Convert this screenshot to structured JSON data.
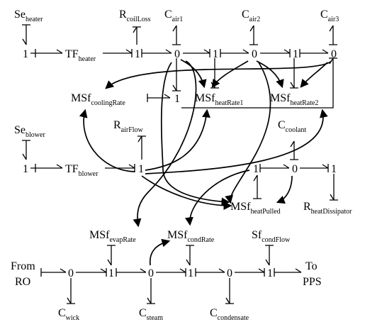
{
  "elements": {
    "se_heater": {
      "base": "Se",
      "sub": "heater"
    },
    "tf_heater": {
      "base": "TF",
      "sub": "heater"
    },
    "r_coilloss": {
      "base": "R",
      "sub": "coilLoss"
    },
    "c_air1": {
      "base": "C",
      "sub": "air1"
    },
    "c_air2": {
      "base": "C",
      "sub": "air2"
    },
    "c_air3": {
      "base": "C",
      "sub": "air3"
    },
    "msf_coolingrate": {
      "base": "MSf",
      "sub": "coolingRate"
    },
    "msf_heatrate1": {
      "base": "MSf",
      "sub": "heatRate1"
    },
    "msf_heatrate2": {
      "base": "MSf",
      "sub": "heatRate2"
    },
    "se_blower": {
      "base": "Se",
      "sub": "blower"
    },
    "tf_blower": {
      "base": "TF",
      "sub": "blower"
    },
    "r_airflow": {
      "base": "R",
      "sub": "airFlow"
    },
    "c_coolant": {
      "base": "C",
      "sub": "coolant"
    },
    "msf_heatpulled": {
      "base": "MSf",
      "sub": "heatPulled"
    },
    "r_heatdissipator": {
      "base": "R",
      "sub": "heatDissipator"
    },
    "msf_evaprate": {
      "base": "MSf",
      "sub": "evapRate"
    },
    "msf_condrate": {
      "base": "MSf",
      "sub": "condRate"
    },
    "sf_condflow": {
      "base": "Sf",
      "sub": "condFlow"
    },
    "c_wick": {
      "base": "C",
      "sub": "wick"
    },
    "c_steam": {
      "base": "C",
      "sub": "steam"
    },
    "c_condensate": {
      "base": "C",
      "sub": "condensate"
    }
  },
  "ports": {
    "from_line1": "From",
    "from_line2": "RO",
    "to_line1": "To",
    "to_line2": "PPS"
  },
  "junctions": {
    "one": "1",
    "zero": "0"
  }
}
